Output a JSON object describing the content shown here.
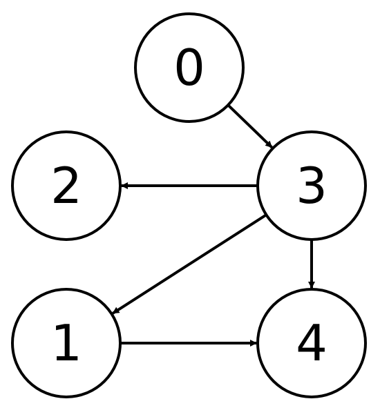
{
  "graph": {
    "nodes": [
      {
        "id": "0",
        "label": "0"
      },
      {
        "id": "3",
        "label": "3"
      },
      {
        "id": "2",
        "label": "2"
      },
      {
        "id": "1",
        "label": "1"
      },
      {
        "id": "4",
        "label": "4"
      }
    ],
    "edges": [
      {
        "from": "0",
        "to": "3"
      },
      {
        "from": "3",
        "to": "2"
      },
      {
        "from": "3",
        "to": "1"
      },
      {
        "from": "3",
        "to": "4"
      },
      {
        "from": "1",
        "to": "4"
      }
    ],
    "colors": {
      "stroke": "#000000",
      "fill": "#ffffff"
    }
  }
}
